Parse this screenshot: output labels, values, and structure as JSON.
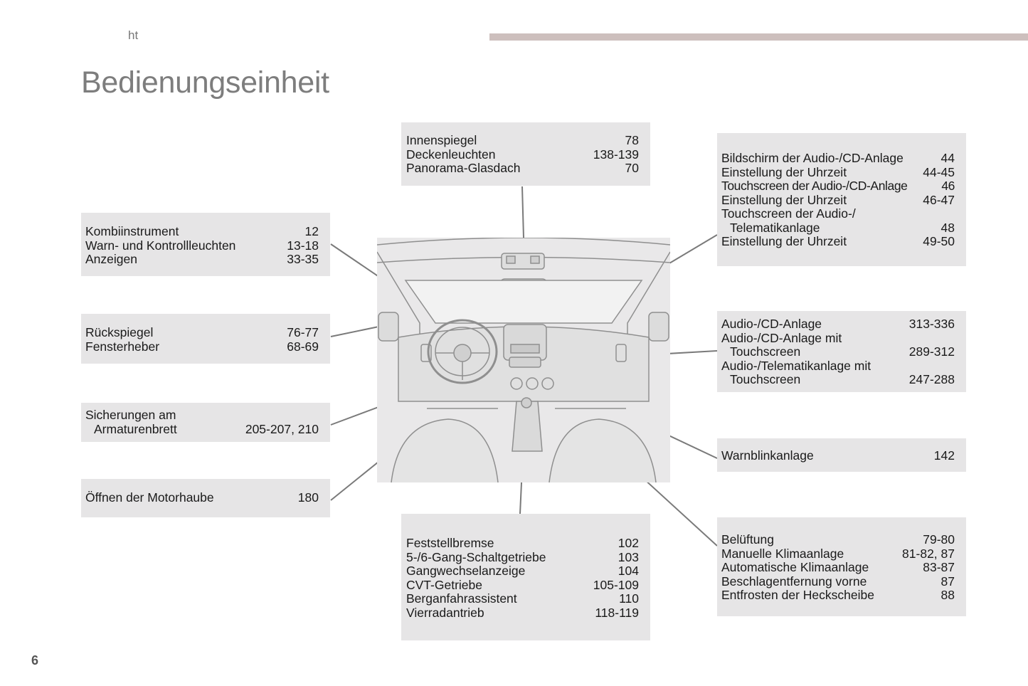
{
  "header": {
    "tag": "ht"
  },
  "page_title": "Bedienungseinheit",
  "page_number": "6",
  "boxes": {
    "mirror": [
      {
        "label": "Innenspiegel",
        "page": "78"
      },
      {
        "label": "Deckenleuchten",
        "page": "138-139"
      },
      {
        "label": "Panorama-Glasdach",
        "page": "70"
      }
    ],
    "instrument": [
      {
        "label": "Kombiinstrument",
        "page": "12"
      },
      {
        "label": "Warn- und Kontrollleuchten",
        "page": "13-18"
      },
      {
        "label": "Anzeigen",
        "page": "33-35"
      }
    ],
    "rearview": [
      {
        "label": "Rückspiegel",
        "page": "76-77"
      },
      {
        "label": "Fensterheber",
        "page": "68-69"
      }
    ],
    "fuses": [
      {
        "label": "Sicherungen am",
        "page": ""
      },
      {
        "label": "Armaturenbrett",
        "page": "205-207, 210"
      }
    ],
    "bonnet": [
      {
        "label": "Öffnen der Motorhaube",
        "page": "180"
      }
    ],
    "screen": [
      {
        "label": "Bildschirm der Audio-/CD-Anlage",
        "page": "44"
      },
      {
        "label": "Einstellung der Uhrzeit",
        "page": "44-45"
      },
      {
        "label": "Touchscreen der Audio-/CD-Anlage",
        "page": "46"
      },
      {
        "label": "Einstellung der Uhrzeit",
        "page": "46-47"
      },
      {
        "label": "Touchscreen der Audio-/",
        "page": ""
      },
      {
        "label": "Telematikanlage",
        "page": "48"
      },
      {
        "label": "Einstellung der Uhrzeit",
        "page": "49-50"
      }
    ],
    "audio": [
      {
        "label": "Audio-/CD-Anlage",
        "page": "313-336"
      },
      {
        "label": "Audio-/CD-Anlage mit",
        "page": ""
      },
      {
        "label": "Touchscreen",
        "page": "289-312"
      },
      {
        "label": "Audio-/Telematikanlage mit",
        "page": ""
      },
      {
        "label": "Touchscreen",
        "page": "247-288"
      }
    ],
    "hazard": [
      {
        "label": "Warnblinkanlage",
        "page": "142"
      }
    ],
    "gear": [
      {
        "label": "Feststellbremse",
        "page": "102"
      },
      {
        "label": "5-/6-Gang-Schaltgetriebe",
        "page": "103"
      },
      {
        "label": "Gangwechselanzeige",
        "page": "104"
      },
      {
        "label": "CVT-Getriebe",
        "page": "105-109"
      },
      {
        "label": "Berganfahrassistent",
        "page": "110"
      },
      {
        "label": "Vierradantrieb",
        "page": "118-119"
      }
    ],
    "climate": [
      {
        "label": "Belüftung",
        "page": "79-80"
      },
      {
        "label": "Manuelle Klimaanlage",
        "page": "81-82, 87"
      },
      {
        "label": "Automatische Klimaanlage",
        "page": "83-87"
      },
      {
        "label": "Beschlagentfernung vorne",
        "page": "87"
      },
      {
        "label": "Entfrosten der Heckscheibe",
        "page": "88"
      }
    ]
  }
}
